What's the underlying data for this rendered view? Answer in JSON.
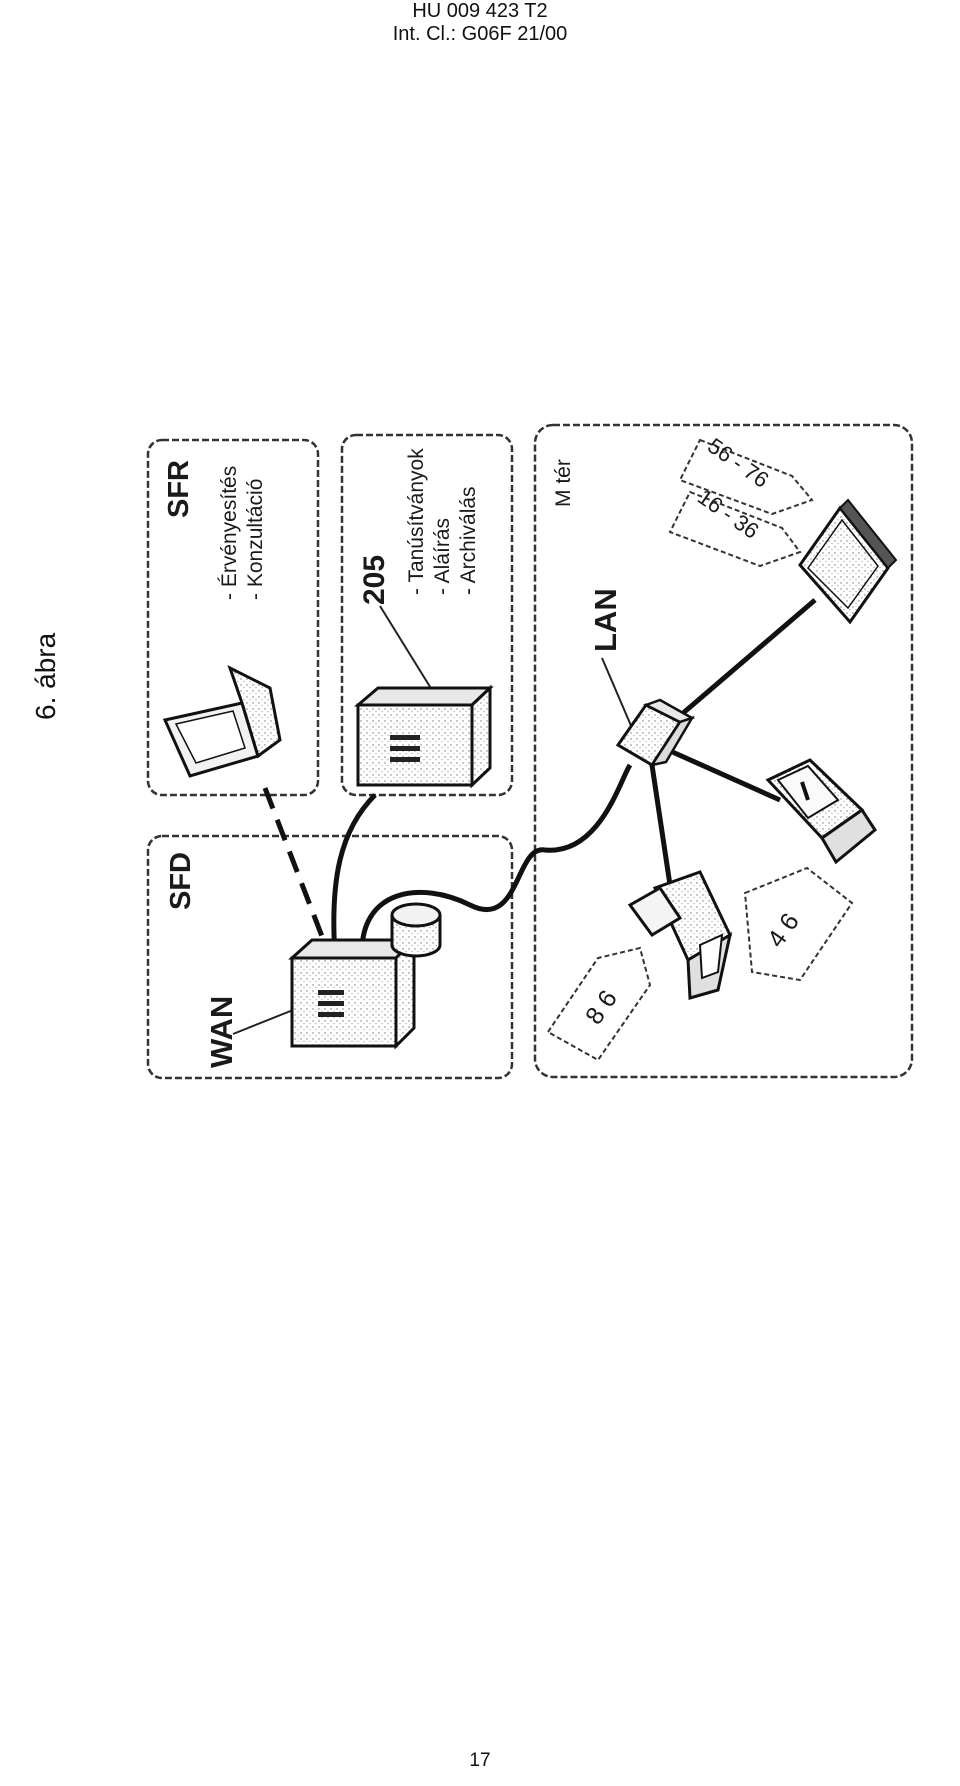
{
  "header": {
    "line1": "HU 009 423 T2",
    "line2": "Int. Cl.: G06F 21/00"
  },
  "figure": {
    "title": "6. ábra",
    "sfr": {
      "label": "SFR",
      "items": [
        "- Érvényesítés",
        "- Konzultáció"
      ]
    },
    "server205": {
      "label": "205",
      "items": [
        "- Tanúsítványok",
        "- Aláírás",
        "- Archiválás"
      ]
    },
    "sfd": {
      "label": "SFD"
    },
    "wan": {
      "label": "WAN"
    },
    "lan": {
      "label": "LAN"
    },
    "mter": {
      "label": "M tér"
    },
    "tags": {
      "t1": "16 - 36",
      "t2": "56 - 76",
      "t3": "4 6",
      "t4": "8 6"
    }
  },
  "page_number": "17"
}
